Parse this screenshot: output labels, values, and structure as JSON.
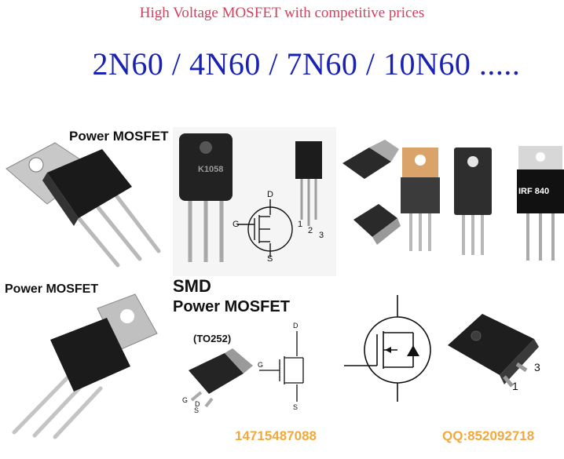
{
  "header": {
    "headline": "High Voltage MOSFET with competitive prices",
    "models": "2N60 / 4N60 / 7N60 / 10N60 ....."
  },
  "labels": {
    "power_mosfet_top": "Power MOSFET",
    "power_mosfet_left": "Power MOSFET",
    "smd": "SMD",
    "power_mosfet_smd": "Power MOSFET",
    "to252": "(TO252)",
    "part_marking": "K1058",
    "irf_marking": "IRF 840"
  },
  "pins": {
    "drain": "D",
    "gate": "G",
    "source": "S",
    "pin1": "1",
    "pin2": "2",
    "pin3": "3"
  },
  "contact": {
    "phone": "14715487088",
    "qq": "QQ:852092718"
  },
  "icons": [
    "mosfet-symbol-icon",
    "transistor-package-icon"
  ],
  "colors": {
    "headline": "#d5405f",
    "models": "#1a22b4",
    "contact": "#f2a93b"
  }
}
